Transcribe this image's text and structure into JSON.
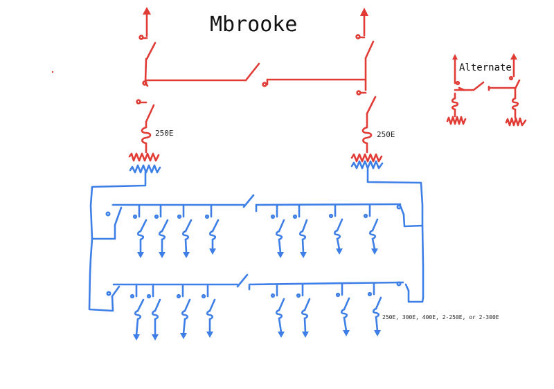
{
  "title": "Mbrooke",
  "labels": {
    "fuse_left": "250E",
    "fuse_right": "250E",
    "alternate": "Alternate",
    "feeder_fuse_options": "250E, 300E, 400E, 2-250E, or 2-300E"
  },
  "colors": {
    "supply": "#e03b35",
    "distribution": "#3d7fe6"
  },
  "icons": [
    "arrow-up-icon",
    "arrow-down-icon",
    "switch-icon",
    "fuse-icon",
    "transformer-icon"
  ]
}
